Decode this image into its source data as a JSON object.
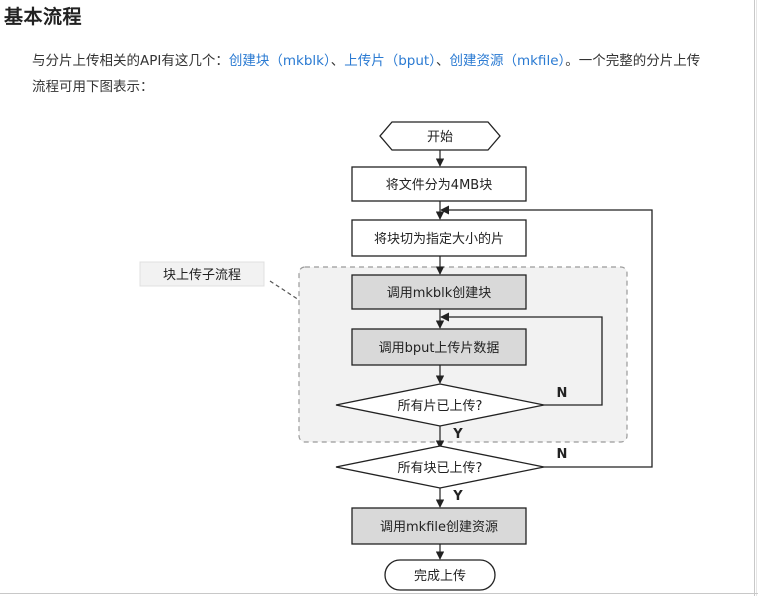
{
  "heading": "基本流程",
  "intro": {
    "prefix": "与分片上传相关的API有这几个：",
    "api_1": "创建块（mkblk）",
    "sep_1": "、",
    "api_2": "上传片（bput）",
    "sep_2": "、",
    "api_3": "创建资源（mkfile）",
    "suffix": "。一个完整的分片上传",
    "line2": "流程可用下图表示："
  },
  "flowchart": {
    "start": "开始",
    "step_split_file": "将文件分为4MB块",
    "step_cut_block": "将块切为指定大小的片",
    "subflow_label": "块上传子流程",
    "step_mkblk": "调用mkblk创建块",
    "step_bput": "调用bput上传片数据",
    "decision_chunks": "所有片已上传?",
    "decision_blocks": "所有块已上传?",
    "yes_label": "Y",
    "no_label": "N",
    "step_mkfile": "调用mkfile创建资源",
    "end": "完成上传"
  },
  "colors": {
    "link": "#2a7ad2",
    "subflow_bg": "#f2f2f2",
    "shaded_step": "#d9d9d9"
  }
}
